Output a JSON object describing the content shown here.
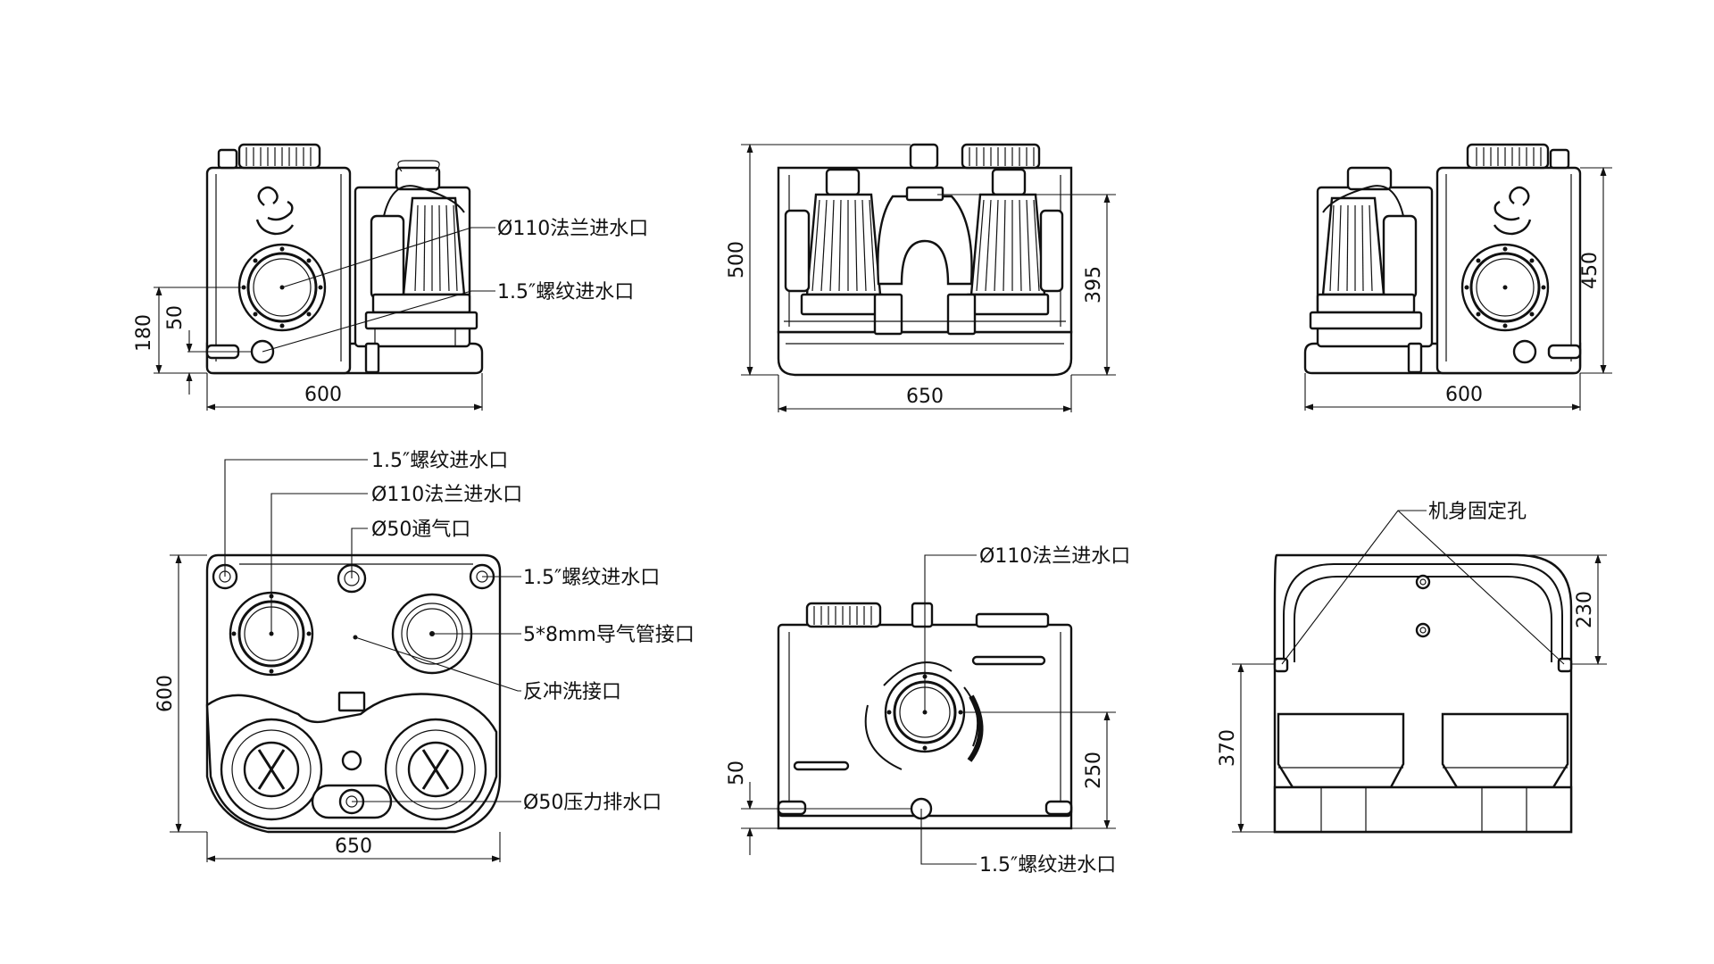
{
  "colors": {
    "line": "#111111",
    "background": "#ffffff"
  },
  "labels": {
    "flange_inlet_110": "Ø110法兰进水口",
    "thread_inlet_15": "1.5″螺纹进水口",
    "vent_50": "Ø50通气口",
    "air_tube_port": "5*8mm导气管接口",
    "backflush_port": "反冲洗接口",
    "pressure_outlet_50": "Ø50压力排水口",
    "fixing_hole": "机身固定孔"
  },
  "dimensions": {
    "d600": "600",
    "d650": "650",
    "d180": "180",
    "d50": "50",
    "d500": "500",
    "d395": "395",
    "d450": "450",
    "d250": "250",
    "d230": "230",
    "d370": "370"
  }
}
